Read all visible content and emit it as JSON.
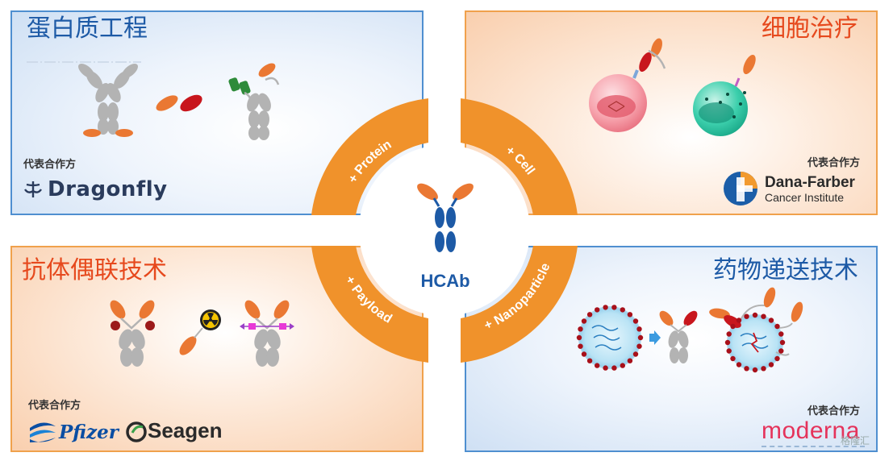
{
  "quadrants": {
    "protein": {
      "title": "蛋白质工程",
      "partner_label": "代表合作方",
      "partner": "Dragonfly"
    },
    "cell": {
      "title": "细胞治疗",
      "partner_label": "代表合作方",
      "partner_line1": "Dana-Farber",
      "partner_line2": "Cancer Institute"
    },
    "adc": {
      "title": "抗体偶联技术",
      "partner_label": "代表合作方",
      "partner1": "Pfizer",
      "partner2": "Seagen"
    },
    "delivery": {
      "title": "药物递送技术",
      "partner_label": "代表合作方",
      "partner": "moderna"
    }
  },
  "center": {
    "label": "HCAb",
    "arcs": {
      "top_left": "+ Protein",
      "top_right": "+ Cell",
      "bottom_left": "+ Payload",
      "bottom_right": "+ Nanoparticle"
    }
  },
  "watermark": "格隆汇",
  "colors": {
    "orange": "#f0922b",
    "blue": "#1d5aa6",
    "red_title": "#e6491d",
    "grey_antibody": "#b3b3b3",
    "red_domain": "#c8161d",
    "green_domain": "#2e8b3a",
    "tumor_cell": "#f58b98",
    "teal_cell": "#2fc7a8",
    "moderna": "#e5335b"
  }
}
